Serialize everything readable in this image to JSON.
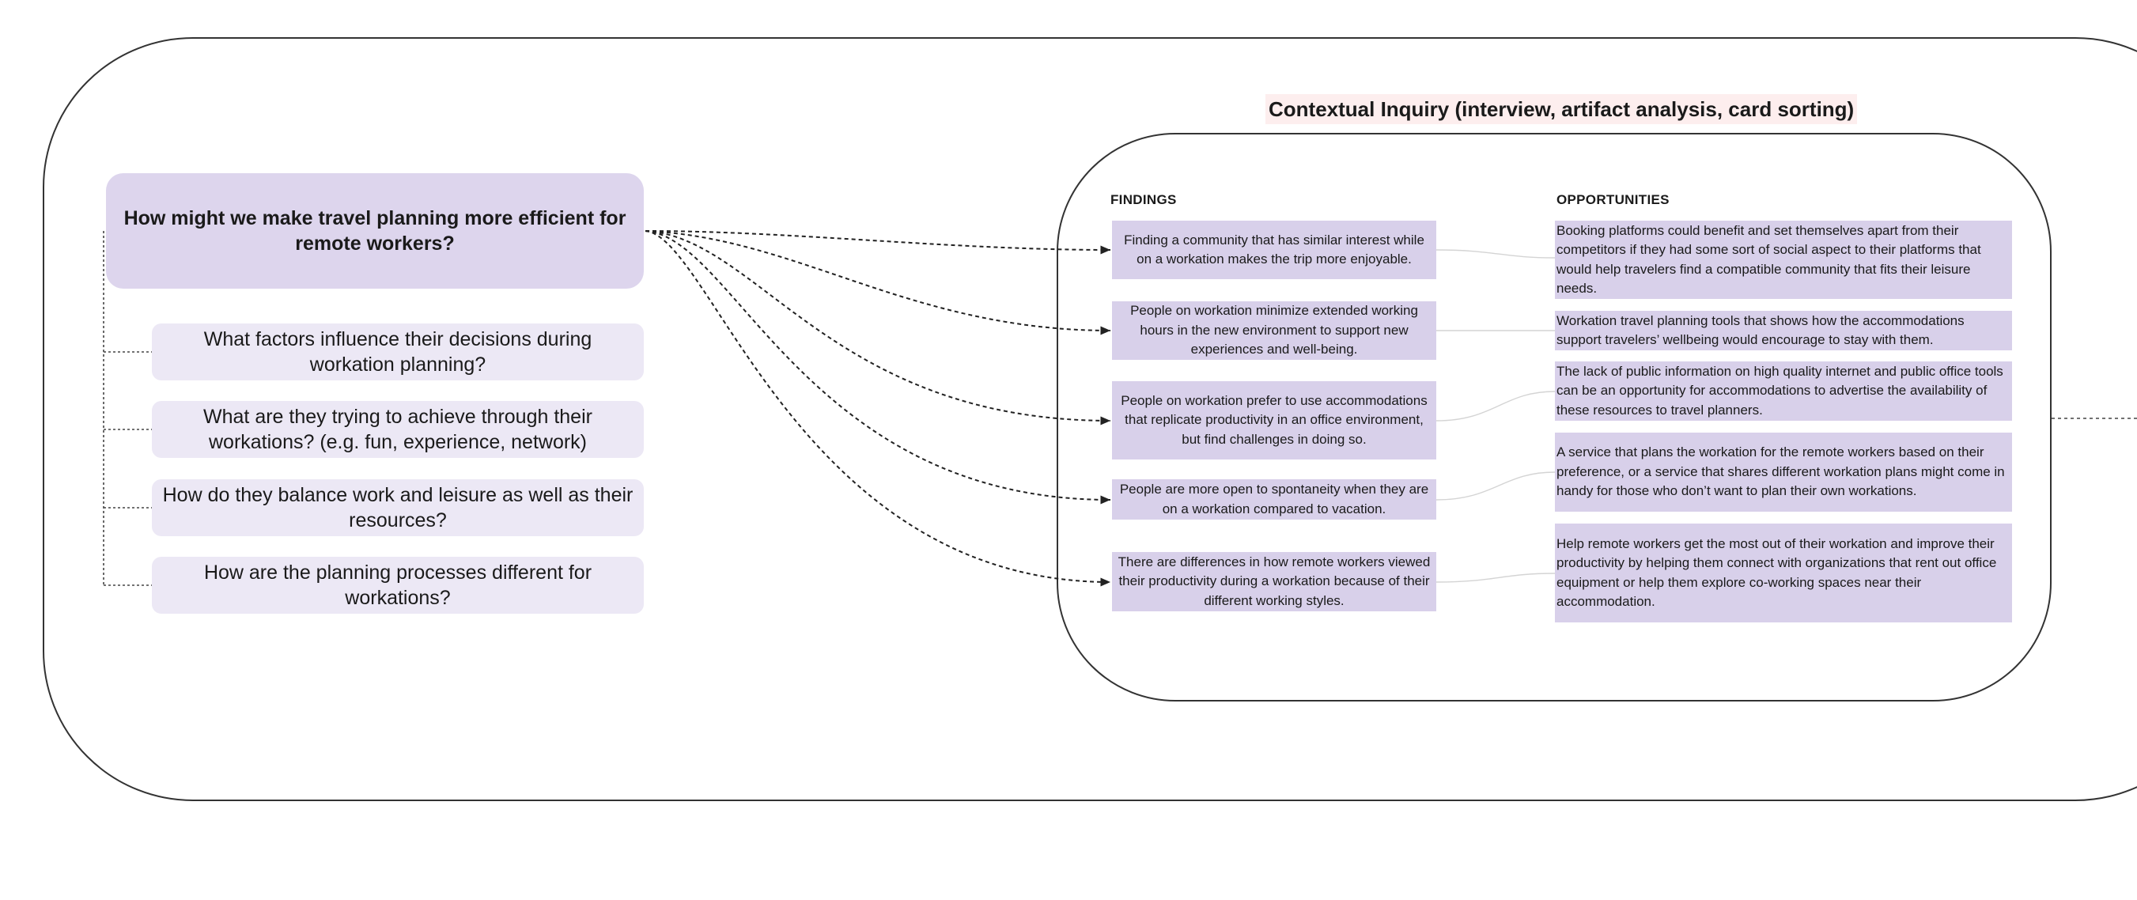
{
  "section_title": "Contextual Inquiry (interview, artifact analysis, card sorting)",
  "main_question": "How might we make travel planning more efficient for remote workers?",
  "sub_questions": [
    "What factors influence their decisions during workation planning?",
    "What are they trying to achieve through their workations? (e.g. fun, experience, network)",
    "How do they balance work and leisure as well as their resources?",
    "How are the planning processes different for workations?"
  ],
  "findings_header": "FINDINGS",
  "opportunities_header": "OPPORTUNITIES",
  "findings": [
    "Finding a community that has similar interest while on a workation makes the trip more enjoyable.",
    "People on workation minimize extended working hours in the new environment to support new experiences and well-being.",
    "People on workation prefer to use accommodations that replicate productivity in an office environment, but find challenges in doing so.",
    "People are more open to spontaneity when they are on a workation compared to vacation.",
    "There are differences in how remote workers viewed their productivity during a workation because of their different working styles."
  ],
  "opportunities": [
    "Booking platforms could benefit and set themselves apart from their competitors if they had some sort of social aspect to their platforms that would help travelers find a compatible community that fits their leisure needs.",
    "Workation travel planning tools that shows how the accommodations support travelers’ wellbeing would encourage to stay with them.",
    "The lack of public information on high quality internet and public office tools can be an opportunity for accommodations to advertise the availability of these resources to travel planners.",
    "A service that plans the workation for the remote workers based on their preference, or a service that shares different workation plans might come in handy for those who don’t want to plan their own workations.",
    "Help remote workers get the most out of their workation and improve their\nproductivity by helping them connect with organizations that rent out office equipment or help them explore co-working spaces near their accommodation."
  ],
  "colors": {
    "main_question_bg": "#ddd5ed",
    "sub_question_bg": "#ece8f5",
    "note_bg": "#d8d0ea",
    "title_highlight": "#fdeeee",
    "frame_stroke": "#333333"
  }
}
